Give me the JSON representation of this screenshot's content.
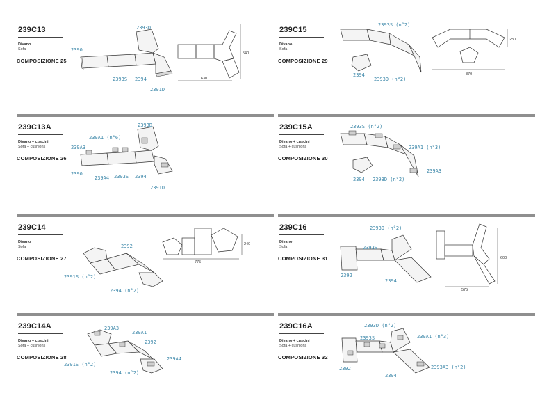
{
  "panels": [
    {
      "code": "239C13",
      "sub1": "Divano",
      "sub2": "Sofa",
      "comp": "COMPOSIZIONE 25",
      "labels": {
        "a": "2390",
        "b": "2393D",
        "c": "2393S",
        "d": "2394",
        "e": "2391D"
      },
      "dims": {
        "w": "630",
        "h": "540"
      }
    },
    {
      "code": "239C15",
      "sub1": "Divano",
      "sub2": "Sofa",
      "comp": "COMPOSIZIONE 29",
      "labels": {
        "a": "2393S (n°2)",
        "b": "2394",
        "c": "2393D (n°2)"
      },
      "dims": {
        "w": "870",
        "h": "230"
      }
    },
    {
      "code": "239C13A",
      "sub1": "Divano + cuscini",
      "sub2": "Sofa + cushions",
      "comp": "COMPOSIZIONE 26",
      "labels": {
        "a": "2393D",
        "b": "239A1 (n°6)",
        "c": "239A3",
        "d": "2390",
        "e": "239A4",
        "f": "2393S",
        "g": "2394",
        "h": "2391D"
      }
    },
    {
      "code": "239C15A",
      "sub1": "Divano + cuscini",
      "sub2": "Sofa + cushions",
      "comp": "COMPOSIZIONE 30",
      "labels": {
        "a": "2393S (n°2)",
        "b": "239A1 (n°3)",
        "c": "239A3",
        "d": "2394",
        "e": "2393D (n°2)"
      }
    },
    {
      "code": "239C14",
      "sub1": "Divano",
      "sub2": "Sofa",
      "comp": "COMPOSIZIONE 27",
      "labels": {
        "a": "2392",
        "b": "2391S (n°2)",
        "c": "2394 (n°2)"
      },
      "dims": {
        "w": "775",
        "h": "240"
      }
    },
    {
      "code": "239C16",
      "sub1": "Divano",
      "sub2": "Sofa",
      "comp": "COMPOSIZIONE 31",
      "labels": {
        "a": "2393D (n°2)",
        "b": "2393S",
        "c": "2392",
        "d": "2394"
      },
      "dims": {
        "w": "575",
        "h": "600"
      }
    },
    {
      "code": "239C14A",
      "sub1": "Divano + cuscini",
      "sub2": "Sofa + cushions",
      "comp": "COMPOSIZIONE 28",
      "labels": {
        "a": "239A3",
        "b": "239A1",
        "c": "2392",
        "d": "239A4",
        "e": "2391S (n°2)",
        "f": "2394 (n°2)"
      }
    },
    {
      "code": "239C16A",
      "sub1": "Divano + cuscini",
      "sub2": "Sofa + cushions",
      "comp": "COMPOSIZIONE 32",
      "labels": {
        "a": "2393D (n°2)",
        "b": "2393S",
        "c": "239A1 (n°3)",
        "d": "2392",
        "e": "2393A3 (n°2)",
        "f": "2394"
      }
    }
  ]
}
